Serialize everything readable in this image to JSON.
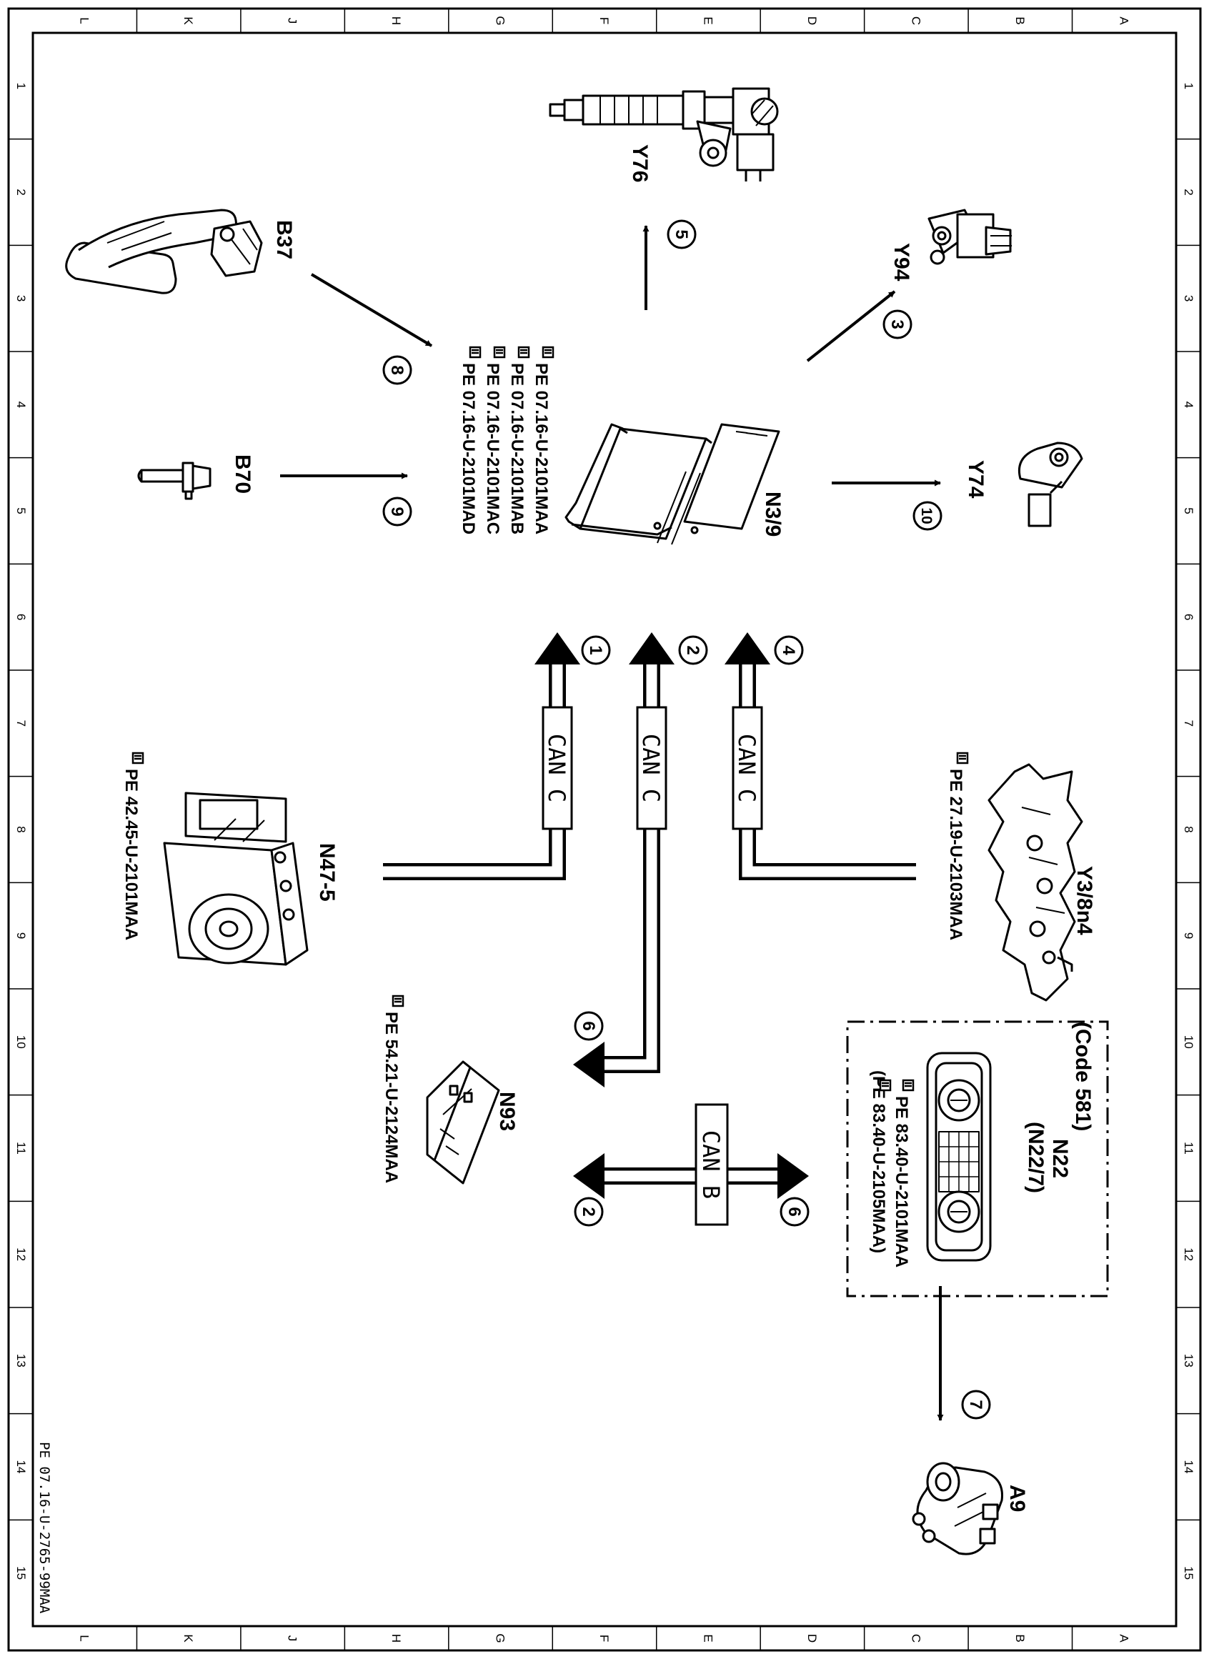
{
  "grid": {
    "columns": [
      "L",
      "K",
      "J",
      "H",
      "G",
      "F",
      "E",
      "D",
      "C",
      "B",
      "A"
    ],
    "rows": [
      "1",
      "2",
      "3",
      "4",
      "5",
      "6",
      "7",
      "8",
      "9",
      "10",
      "11",
      "12",
      "13",
      "14",
      "15"
    ]
  },
  "components": {
    "b37": "B37",
    "b70": "B70",
    "n3_9": "N3/9",
    "y76": "Y76",
    "y94": "Y94",
    "y74": "Y74",
    "n47_5": "N47-5",
    "y3_8n4": "Y3/8n4",
    "n93": "N93",
    "n22": "N22",
    "n22_alt": "(N22/7)",
    "code": "(Code 581)",
    "a9": "A9"
  },
  "refs": {
    "n3_9": [
      "PE 07.16-U-2101MAA",
      "PE 07.16-U-2101MAB",
      "PE 07.16-U-2101MAC",
      "PE 07.16-U-2101MAD"
    ],
    "n47_5": "PE 42.45-U-2101MAA",
    "y3_8n4": "PE 27.19-U-2103MAA",
    "n93": "PE 54.21-U-2124MAA",
    "n22_1": "PE 83.40-U-2101MAA",
    "n22_2": "(PE 83.40-U-2105MAA)"
  },
  "signals": {
    "s1": "1",
    "s2": "2",
    "s3": "3",
    "s4": "4",
    "s5": "5",
    "s6": "6",
    "s7": "7",
    "s8": "8",
    "s9": "9",
    "s10": "10",
    "s2b": "2",
    "s6b": "6",
    "s6c": "6"
  },
  "buses": {
    "can_c": "CAN C",
    "can_b": "CAN B"
  },
  "doc_id": "PE 07.16-U-2765-99MAA"
}
